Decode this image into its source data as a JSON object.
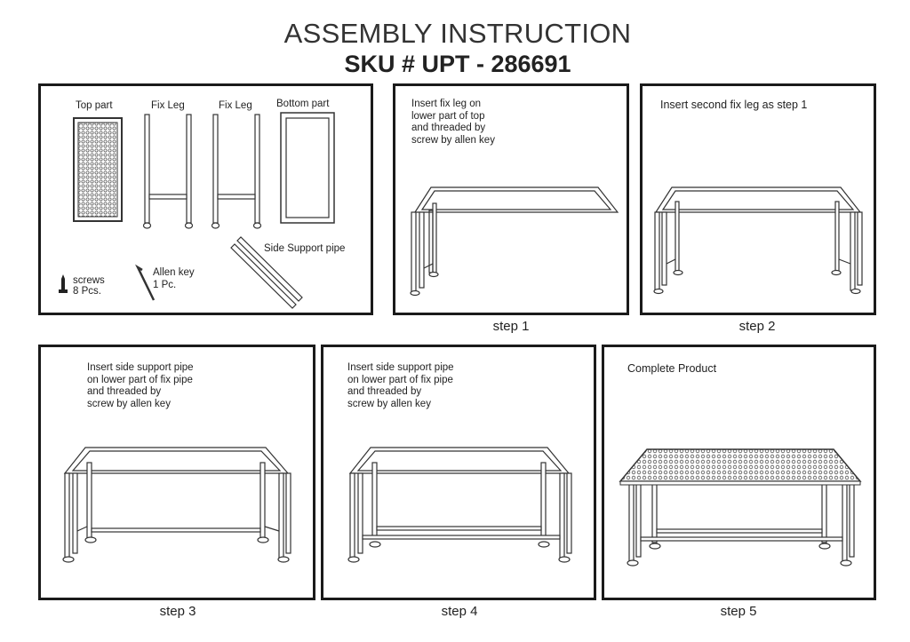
{
  "header": {
    "title": "ASSEMBLY INSTRUCTION",
    "sku": "SKU #   UPT - 286691"
  },
  "parts": {
    "top_part": "Top part",
    "fix_leg_1": "Fix Leg",
    "fix_leg_2": "Fix Leg",
    "bottom_part": "Bottom part",
    "side_support": "Side Support pipe",
    "screws": "screws\n8 Pcs.",
    "allen_key": "Allen key\n1 Pc."
  },
  "steps": [
    {
      "label": "step 1",
      "text": "Insert  fix leg on\nlower part of top\nand threaded by\nscrew by allen key"
    },
    {
      "label": "step 2",
      "text": "Insert second fix leg as step 1"
    },
    {
      "label": "step 3",
      "text": "Insert  side support pipe\non lower part of fix pipe\nand threaded by\nscrew by allen key"
    },
    {
      "label": "step 4",
      "text": "Insert  side support pipe\non lower part of fix pipe\nand threaded by\nscrew by allen key"
    },
    {
      "label": "step 5",
      "text": "Complete Product"
    }
  ]
}
